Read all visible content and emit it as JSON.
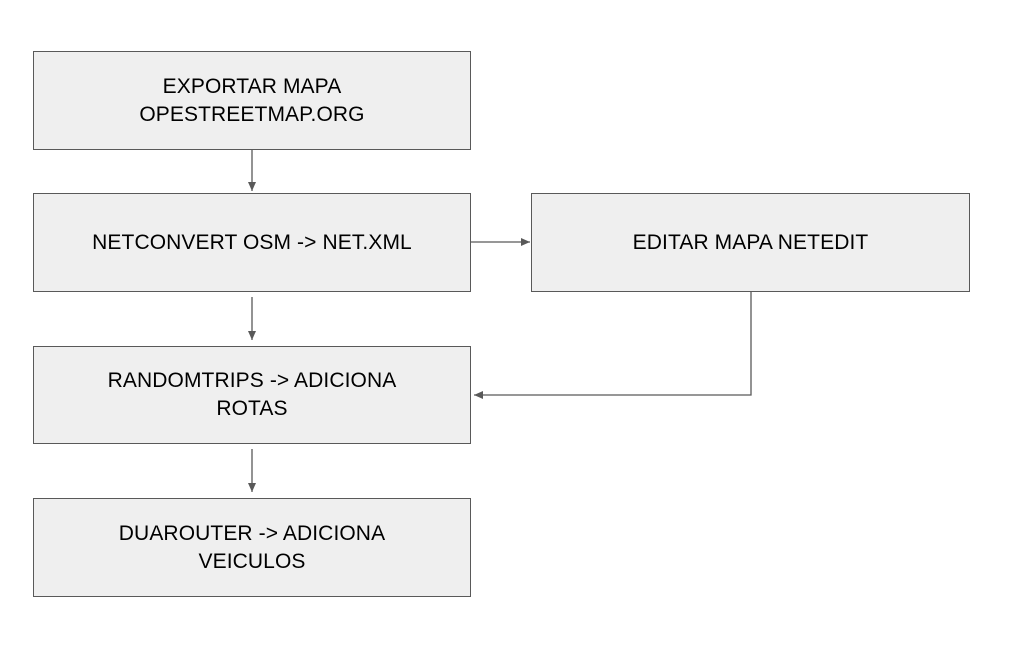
{
  "nodes": {
    "export_map": {
      "line1": "EXPORTAR MAPA",
      "line2": "OPESTREETMAP.ORG"
    },
    "netconvert": {
      "line1": "NETCONVERT OSM -> NET.XML"
    },
    "netedit": {
      "line1": "EDITAR MAPA NETEDIT"
    },
    "randomtrips": {
      "line1": "RANDOMTRIPS -> ADICIONA",
      "line2": "ROTAS"
    },
    "duarouter": {
      "line1": "DUAROUTER -> ADICIONA",
      "line2": "VEICULOS"
    }
  },
  "colors": {
    "box_fill": "#efefef",
    "box_border": "#595959",
    "arrow": "#595959",
    "text": "#000000",
    "background": "#ffffff"
  }
}
